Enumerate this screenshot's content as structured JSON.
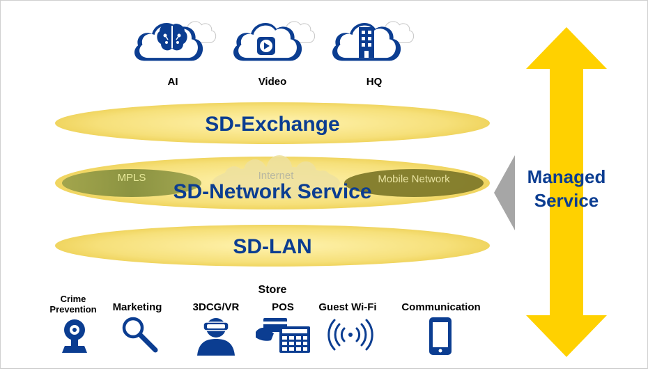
{
  "clouds": [
    {
      "label": "AI",
      "icon": "brain-icon"
    },
    {
      "label": "Video",
      "icon": "video-play-icon"
    },
    {
      "label": "HQ",
      "icon": "building-icon"
    }
  ],
  "layers": {
    "exchange": "SD-Exchange",
    "network": "SD-Network Service",
    "lan": "SD-LAN"
  },
  "network_segments": {
    "mpls": "MPLS",
    "internet": "Internet",
    "mobile": "Mobile Network"
  },
  "managed": {
    "line1": "Managed",
    "line2": "Service"
  },
  "store": {
    "label": "Store",
    "items": [
      {
        "label_line1": "Crime",
        "label_line2": "Prevention",
        "icon": "security-camera-icon"
      },
      {
        "label": "Marketing",
        "icon": "magnifier-icon"
      },
      {
        "label": "3DCG/VR",
        "icon": "vr-headset-user-icon"
      },
      {
        "label": "POS",
        "icon": "pos-terminal-icon"
      },
      {
        "label": "Guest Wi-Fi",
        "icon": "wifi-signal-icon"
      },
      {
        "label": "Communication",
        "icon": "smartphone-icon"
      }
    ]
  },
  "colors": {
    "navy": "#0b3d91",
    "yellow": "#f6e07a",
    "arrow_yellow": "#ffd100",
    "olive": "#8a8a3a",
    "gray_triangle": "#a6a6a6"
  }
}
